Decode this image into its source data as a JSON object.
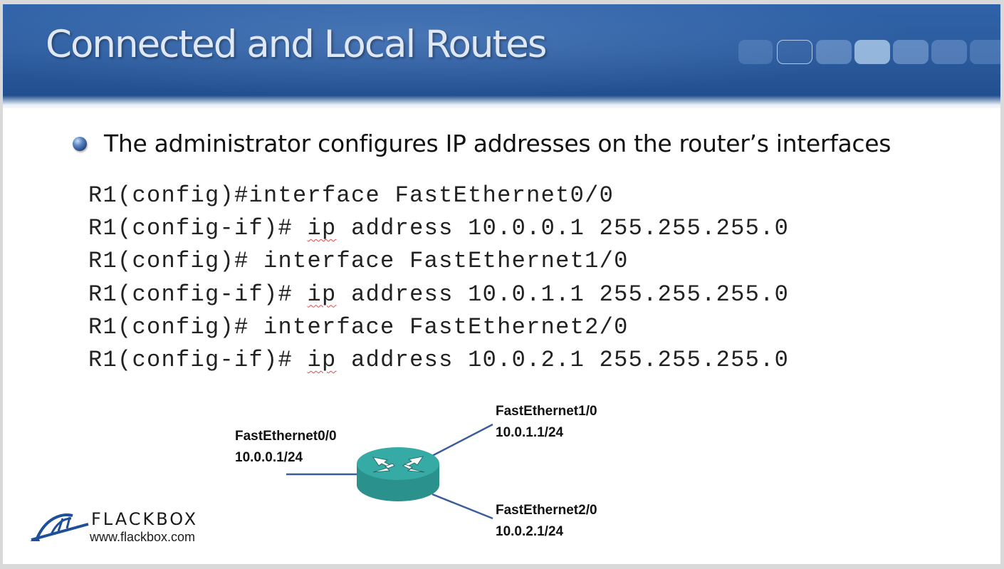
{
  "slide": {
    "title": "Connected and Local Routes",
    "bullet": "The administrator configures IP addresses on the router’s interfaces",
    "code_lines": [
      {
        "pre": "R1(config)#interface FastEthernet0/0",
        "kw": "",
        "post": ""
      },
      {
        "pre": "R1(config-if)# ",
        "kw": "ip",
        "post": " address 10.0.0.1 255.255.255.0"
      },
      {
        "pre": "R1(config)# interface FastEthernet1/0",
        "kw": "",
        "post": ""
      },
      {
        "pre": "R1(config-if)# ",
        "kw": "ip",
        "post": " address 10.0.1.1 255.255.255.0"
      },
      {
        "pre": "R1(config)# interface FastEthernet2/0",
        "kw": "",
        "post": ""
      },
      {
        "pre": "R1(config-if)# ",
        "kw": "ip",
        "post": " address 10.0.2.1 255.255.255.0"
      }
    ]
  },
  "diagram": {
    "interfaces": [
      {
        "name": "FastEthernet0/0",
        "address": "10.0.0.1/24"
      },
      {
        "name": "FastEthernet1/0",
        "address": "10.0.1.1/24"
      },
      {
        "name": "FastEthernet2/0",
        "address": "10.0.2.1/24"
      }
    ],
    "router_color": "#2f9e9a",
    "link_color": "#3a5d9c"
  },
  "logo": {
    "name": "FLACKBOX",
    "url": "www.flackbox.com",
    "color": "#1f4f9a"
  }
}
